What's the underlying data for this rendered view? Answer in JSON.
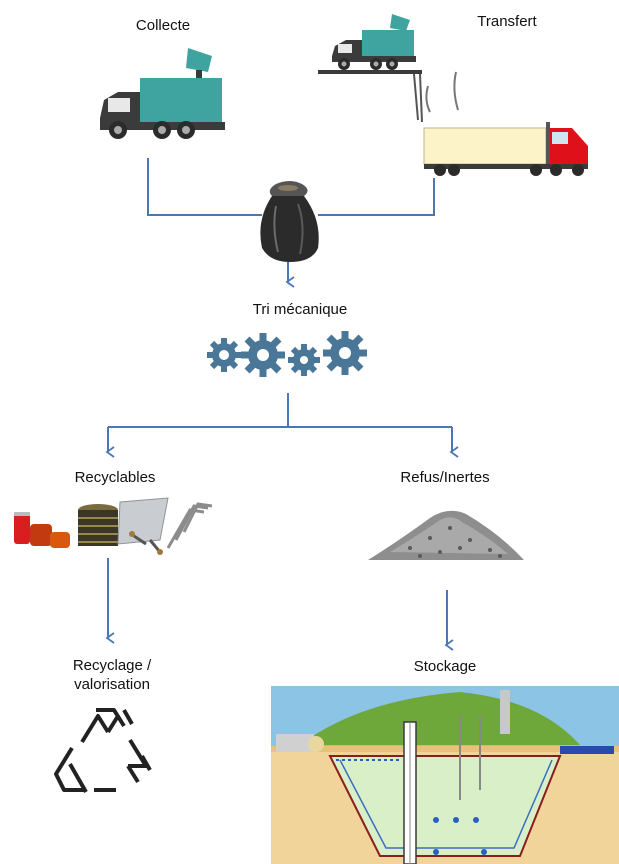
{
  "labels": {
    "collecte": "Collecte",
    "transfert": "Transfert",
    "tri_mecanique": "Tri mécanique",
    "recyclables": "Recyclables",
    "refus_inertes": "Refus/Inertes",
    "recyclage_line1": "Recyclage /",
    "recyclage_line2": "valorisation",
    "stockage": "Stockage"
  },
  "colors": {
    "connector": "#4a78b5",
    "truck_body": "#3fa4a0",
    "truck_cab": "#3b3b3b",
    "trailer": "#fdf3c8",
    "semi_cab": "#e0101a",
    "gear": "#4a7798",
    "soil": "#e8c27a",
    "sky": "#8cc4e6"
  },
  "icons": [
    "garbage-truck-icon",
    "transfer-truck-icon",
    "semi-truck-icon",
    "trash-bag-icon",
    "gears-icon",
    "recyclables-icon",
    "gravel-pile-icon",
    "recycle-icon",
    "landfill-icon"
  ]
}
